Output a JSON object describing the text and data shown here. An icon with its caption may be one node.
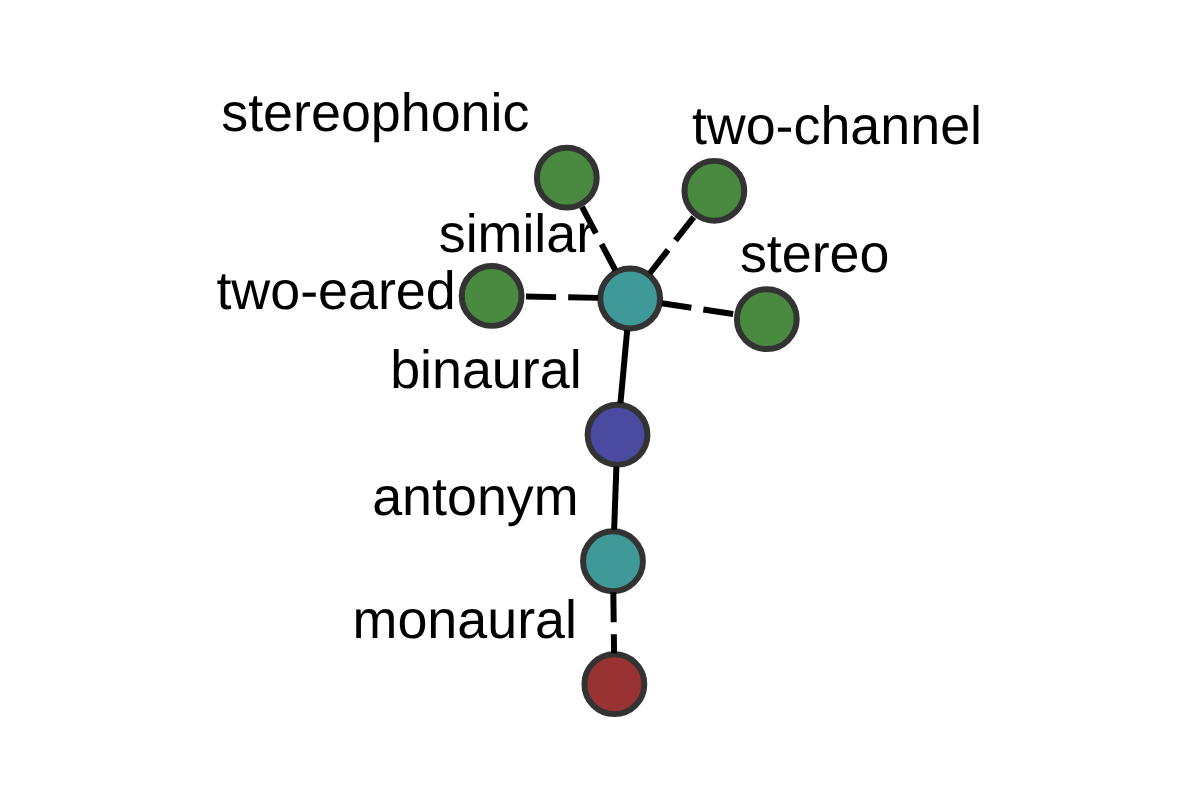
{
  "diagram": {
    "nodes": [
      {
        "text": [
          "binaural"
        ]
      },
      {
        "text": [
          "antonym"
        ]
      },
      {
        "text": [
          "monaural"
        ]
      },
      {
        "text": [
          "similar"
        ]
      },
      {
        "text": [
          "two-channel"
        ]
      },
      {
        "text": [
          "stereophonic"
        ]
      },
      {
        "text": [
          "two-eared"
        ]
      },
      {
        "text": [
          "stereo"
        ]
      }
    ],
    "edges": [
      {
        "from": 0,
        "to": 1,
        "arrow": "none"
      },
      {
        "from": 1,
        "to": 2,
        "arrow": "none",
        "style": "dashed"
      },
      {
        "from": 0,
        "to": 3,
        "arrow": "none"
      },
      {
        "from": 3,
        "to": 4,
        "arrow": "none",
        "style": "dashed"
      },
      {
        "from": 3,
        "to": 5,
        "arrow": "none",
        "style": "dashed"
      },
      {
        "from": 3,
        "to": 6,
        "arrow": "none",
        "style": "dashed"
      },
      {
        "from": 3,
        "to": 7,
        "arrow": "none",
        "style": "dashed"
      }
    ]
  }
}
